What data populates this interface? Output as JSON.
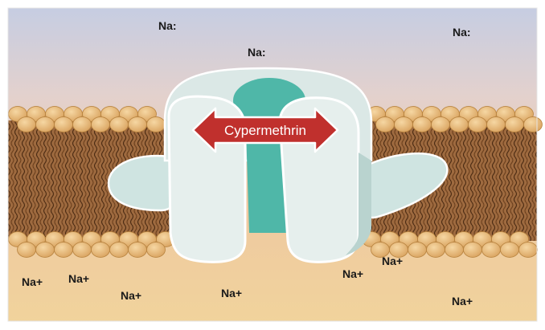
{
  "diagram": {
    "arrow_label": "Cypermethrin",
    "ions_top": [
      "Na:",
      "Na:",
      "Na:"
    ],
    "ions_bottom": [
      "Na+",
      "Na+",
      "Na+",
      "Na+",
      "Na+",
      "Na+",
      "Na+"
    ]
  },
  "colors": {
    "lipid_head": "#e8b877",
    "lipid_tail": "#5a3418",
    "membrane_core": "#9e6a3f",
    "channel_body": "#dce9e6",
    "channel_pore": "#4fb7a8",
    "arrow_fill": "#c0302d",
    "text": "#1a1a1a"
  }
}
